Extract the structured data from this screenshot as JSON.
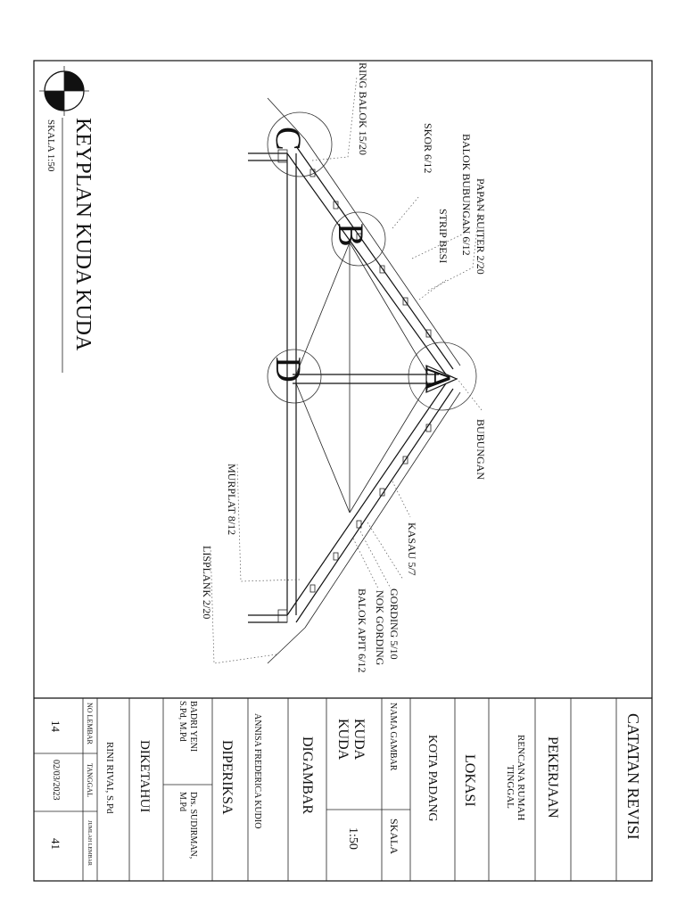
{
  "title": "KEYPLAN KUDA KUDA",
  "scale_label": "SKALA 1:50",
  "details": {
    "A": "A",
    "B": "B",
    "C": "C",
    "D": "D"
  },
  "labels": {
    "ring_balok": "RING BALOK 15/20",
    "skor": "SKOR 6/12",
    "balok_bubungan": "BALOK BUBUNGAN 6/12",
    "papan_ruiter": "PAPAN RUITER 2/20",
    "strip_besi": "STRIP BESI",
    "bubungan": "BUBUNGAN",
    "kasau": "KASAU 5/7",
    "gording": "GORDING 5/10",
    "nok_gording": "NOK GORDING",
    "balok_apit": "BALOK APIT 6/12",
    "murplat": "MURPLAT 8/12",
    "lisplank": "LISPLANK 2/20"
  },
  "titleblock": {
    "catatan_revisi": "CATATAN REVISI",
    "pekerjaan_label": "PEKERJAAN",
    "pekerjaan_value": "RENCANA RUMAH TINGGAL",
    "lokasi_label": "LOKASI",
    "lokasi_value": "KOTA PADANG",
    "nama_gambar_label": "NAMA GAMBAR",
    "skala_label": "SKALA",
    "nama_gambar_value": "KUDA KUDA",
    "skala_value": "1:50",
    "digambar_label": "DIGAMBAR",
    "digambar_value": "ANNISA FREDERICA KUDIO",
    "diperiksa_label": "DIPERIKSA",
    "diperiksa_1": "BADRI YENI S.Pd, M.Pd",
    "diperiksa_2": "Drs. SUDIRMAN, M.Pd",
    "diketahui_label": "DIKETAHUI",
    "diketahui_value": "RINI RIVAI, S.Pd",
    "no_lembar_label": "NO LEMBAR",
    "tanggal_label": "TANGGAL",
    "jumlah_lembar_label": "JUMLAH LEMBAR",
    "no_lembar_value": "14",
    "tanggal_value": "02/03/2023",
    "jumlah_lembar_value": "41"
  }
}
